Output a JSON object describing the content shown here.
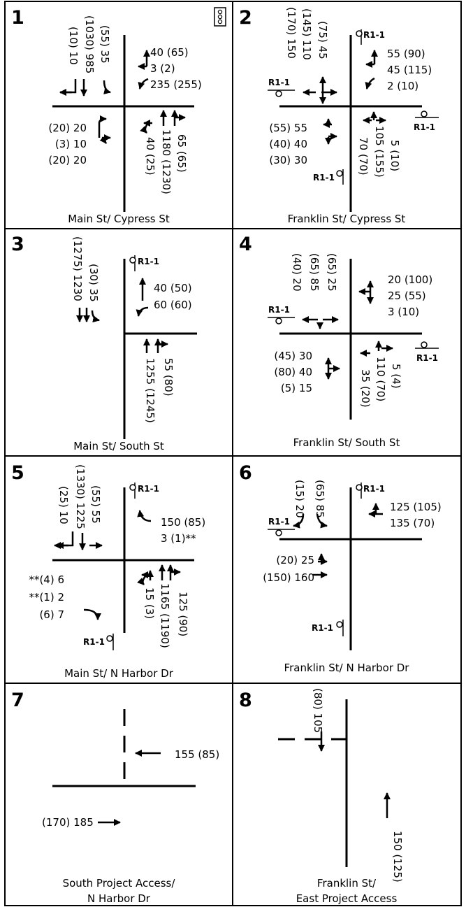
{
  "panels": [
    {
      "number": "1",
      "caption": [
        "Main St/ Cypress St"
      ],
      "south_in": [
        "(10) 10",
        "(1030) 985",
        "(55) 35"
      ],
      "west_out": [
        "40 (65)",
        "3 (2)",
        "235 (255)"
      ],
      "east_in": [
        "(20) 20",
        "(3) 10",
        "(20) 20"
      ],
      "north_in": [
        "40 (25)",
        "1180 (1230)",
        "65 (65)"
      ],
      "signal": "traffic-signal-icon"
    },
    {
      "number": "2",
      "caption": [
        "Franklin St/ Cypress St"
      ],
      "south_in": [
        "(170) 150",
        "(145) 110",
        "(75) 45"
      ],
      "west_out": [
        "55 (90)",
        "45 (115)",
        "2 (10)"
      ],
      "east_in": [
        "(55) 55",
        "(40) 40",
        "(30) 30"
      ],
      "north_in": [
        "70 (70)",
        "105 (155)",
        "5 (10)"
      ],
      "stop_label": "R1-1"
    },
    {
      "number": "3",
      "caption": [
        "Main St/ South St"
      ],
      "south_in": [
        "(1275) 1230",
        "(30) 35"
      ],
      "west_out": [
        "40 (50)",
        "60 (60)"
      ],
      "north_in": [
        "1255 (1245)",
        "55 (80)"
      ],
      "stop_label": "R1-1"
    },
    {
      "number": "4",
      "caption": [
        "Franklin St/ South St"
      ],
      "south_in": [
        "(40) 20",
        "(65) 85",
        "(65) 25"
      ],
      "west_out": [
        "20 (100)",
        "25 (55)",
        "3 (10)"
      ],
      "east_in": [
        "(45) 30",
        "(80) 40",
        "(5) 15"
      ],
      "north_in": [
        "35 (20)",
        "110 (70)",
        "5 (4)"
      ],
      "stop_label": "R1-1"
    },
    {
      "number": "5",
      "caption": [
        "Main St/ N Harbor Dr"
      ],
      "south_in": [
        "(25) 10",
        "(1330) 1225",
        "(55) 55"
      ],
      "west_out": [
        "150 (85)",
        "3 (1)**"
      ],
      "east_in": [
        "**(4) 6",
        "**(1) 2",
        "(6) 7"
      ],
      "north_in": [
        "15 (3)",
        "1165 (1190)",
        "125 (90)"
      ],
      "stop_label": "R1-1"
    },
    {
      "number": "6",
      "caption": [
        "Franklin St/ N Harbor Dr"
      ],
      "south_in": [
        "(15) 20",
        "(65) 85"
      ],
      "west_out": [
        "125 (105)",
        "135 (70)"
      ],
      "east_in": [
        "(20) 25",
        "(150) 160"
      ],
      "stop_label": "R1-1"
    },
    {
      "number": "7",
      "caption": [
        "South Project Access/",
        "N Harbor Dr"
      ],
      "west_out": [
        "155 (85)"
      ],
      "east_in": [
        "(170) 185"
      ]
    },
    {
      "number": "8",
      "caption": [
        "Franklin St/",
        "East Project Access"
      ],
      "south_in": [
        "(80) 105"
      ],
      "north_in": [
        "150 (125)"
      ]
    }
  ]
}
